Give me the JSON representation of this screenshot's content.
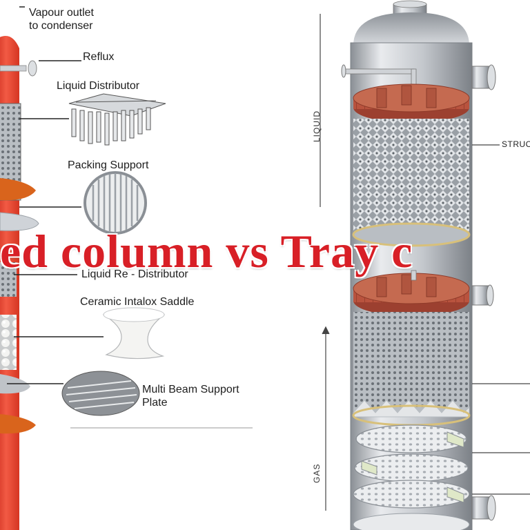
{
  "labels": {
    "vapour_outlet": "Vapour outlet\nto condenser",
    "reflux": "Reflux",
    "liquid_distributor": "Liquid Distributor",
    "packing_support": "Packing Support",
    "liquid_redistributor": "Liquid Re - Distributor",
    "ceramic_saddle": "Ceramic Intalox Saddle",
    "multi_beam": "Multi Beam Support\nPlate",
    "liquid": "LIQUID",
    "gas": "GAS",
    "structured": "STRUC"
  },
  "title": "ed column vs Tray c",
  "colors": {
    "column_red": "#e8402d",
    "orange_ring": "#d9641c",
    "tray_red": "#b5503c",
    "steel": "#c9ccd0",
    "title_red": "#d81f26"
  }
}
